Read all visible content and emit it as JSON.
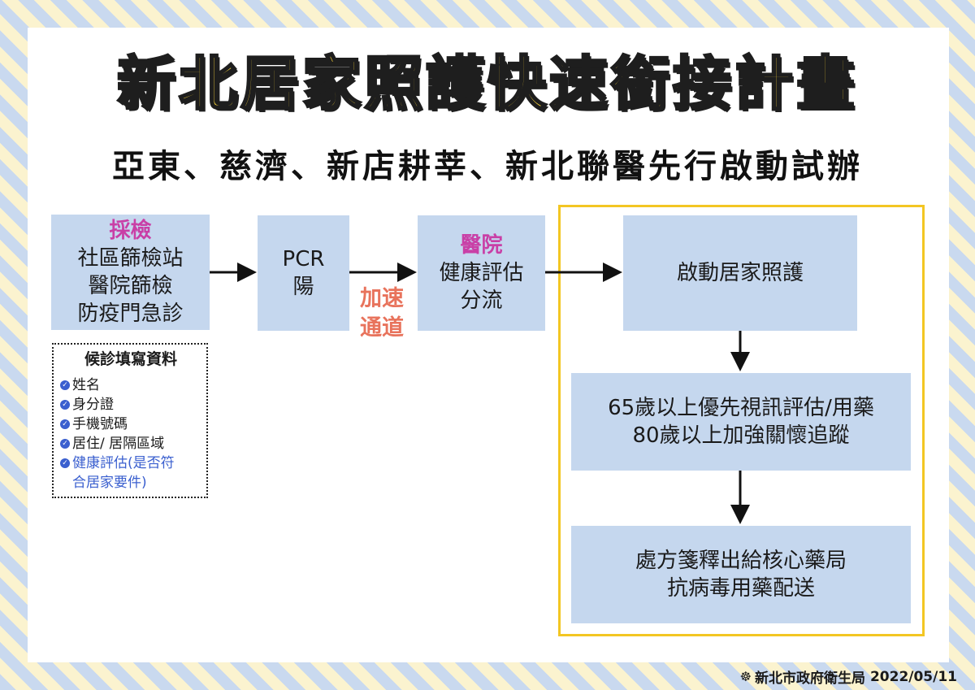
{
  "title": "新北居家照護快速銜接計畫",
  "subtitle": "亞東、慈濟、新店耕莘、新北聯醫先行啟動試辦",
  "step1": {
    "heading": "採檢",
    "lines": [
      "社區篩檢站",
      "醫院篩檢",
      "防疫門急診"
    ]
  },
  "step2": {
    "lines": [
      "PCR",
      "陽"
    ]
  },
  "step3": {
    "heading": "醫院",
    "lines": [
      "健康評估",
      "分流"
    ]
  },
  "fast_track": [
    "加速",
    "通道"
  ],
  "checklist": {
    "heading": "候診填寫資料",
    "items": [
      "姓名",
      "身分證",
      "手機號碼",
      "居住/ 居隔區域",
      "健康評估(是否符",
      "合居家要件)"
    ]
  },
  "home_care": {
    "start": "啟動居家照護",
    "assess": [
      "65歲以上優先視訊評估/用藥",
      "80歲以上加強關懷追蹤"
    ],
    "delivery": [
      "處方箋釋出給核心藥局",
      "抗病毒用藥配送"
    ]
  },
  "footer": {
    "org": "新北市政府衛生局",
    "date": "2022/05/11"
  },
  "colors": {
    "box": "#c5d7ee",
    "title_fill": "#ffd93a",
    "accent_pink": "#c93fa6",
    "accent_orange": "#e8735c",
    "frame": "#f3c623"
  },
  "icons": {
    "check": "check-circle-icon",
    "logo": "health-bureau-logo-icon"
  }
}
